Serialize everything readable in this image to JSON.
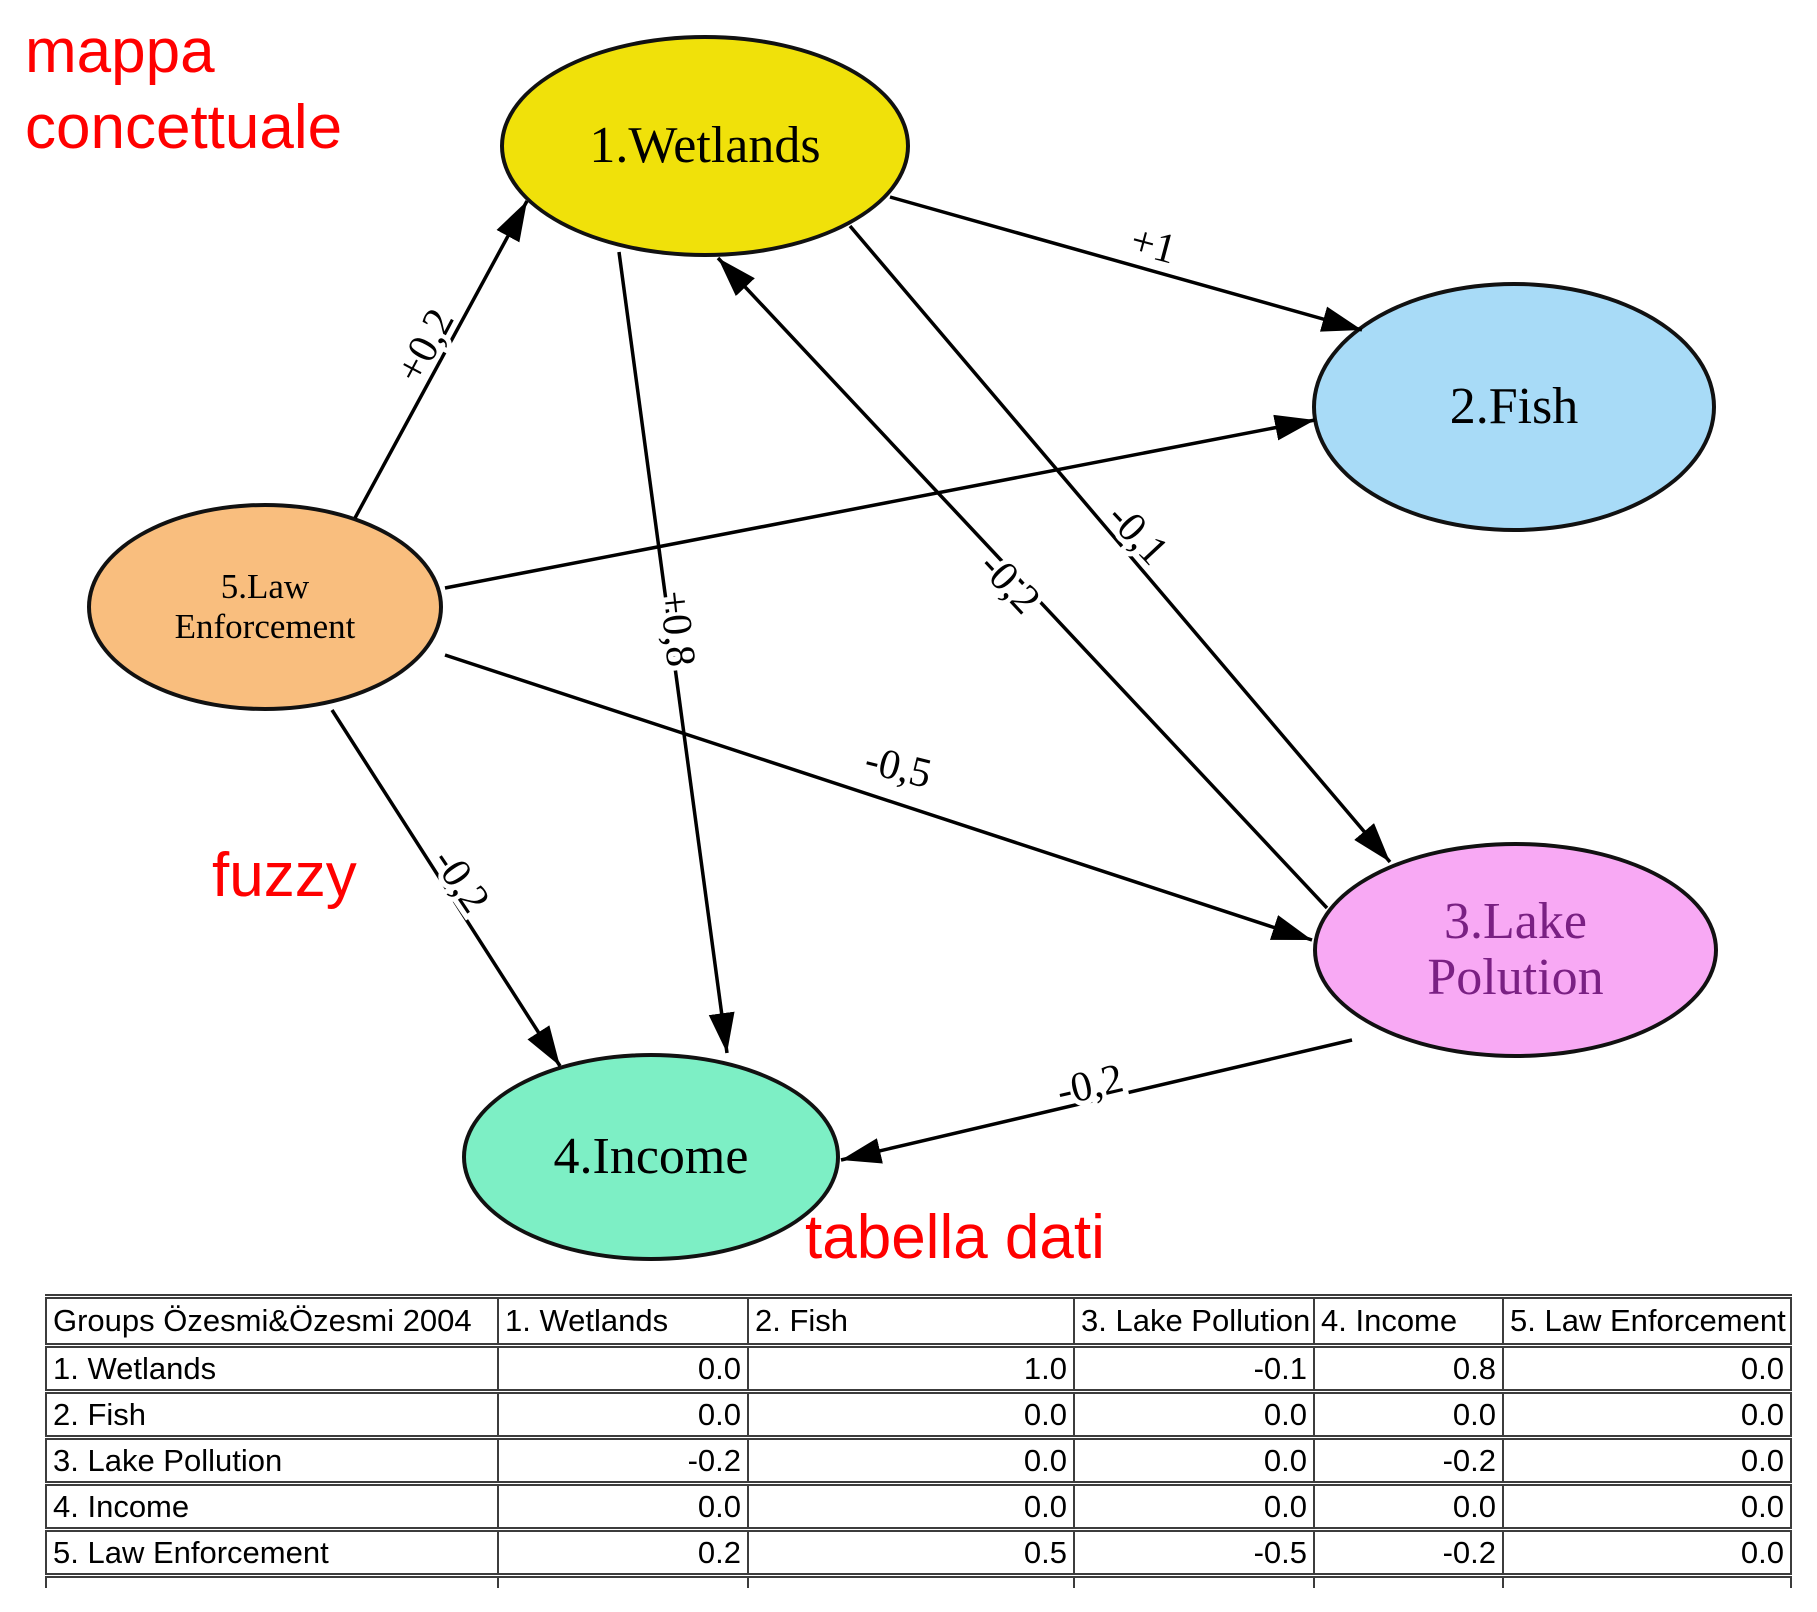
{
  "annotations": {
    "map_label_line1": "mappa",
    "map_label_line2": "concettuale",
    "fuzzy_label": "fuzzy",
    "table_label": "tabella dati",
    "annotation_color": "#FF0000"
  },
  "nodes": {
    "wetlands": {
      "label": "1.Wetlands",
      "fill": "#F0E10A",
      "text_color": "#000000"
    },
    "fish": {
      "label": "2.Fish",
      "fill": "#A8DBF7",
      "text_color": "#000000"
    },
    "lake_pollution": {
      "label_line1": "3.Lake",
      "label_line2": "Polution",
      "fill": "#F8A9F4",
      "text_color": "#7A2083"
    },
    "income": {
      "label": "4.Income",
      "fill": "#7DEFC5",
      "text_color": "#000000"
    },
    "law_enforcement": {
      "label_line1": "5.Law",
      "label_line2": "Enforcement",
      "fill": "#F9BE7E",
      "text_color": "#000000"
    }
  },
  "edges": [
    {
      "from": "law_enforcement",
      "to": "wetlands",
      "weight_label": "+0,2"
    },
    {
      "from": "wetlands",
      "to": "fish",
      "weight_label": "+1"
    },
    {
      "from": "wetlands",
      "to": "lake_pollution",
      "weight_label": "-0,1"
    },
    {
      "from": "lake_pollution",
      "to": "wetlands",
      "weight_label": "-0,2"
    },
    {
      "from": "wetlands",
      "to": "income",
      "weight_label": "+0,8"
    },
    {
      "from": "law_enforcement",
      "to": "fish",
      "weight_label": ""
    },
    {
      "from": "law_enforcement",
      "to": "lake_pollution",
      "weight_label": "-0,5"
    },
    {
      "from": "law_enforcement",
      "to": "income",
      "weight_label": "-0,2"
    },
    {
      "from": "lake_pollution",
      "to": "income",
      "weight_label": "-0,2"
    }
  ],
  "table": {
    "header": [
      "Groups Özesmi&Özesmi 2004",
      "1. Wetlands",
      "2. Fish",
      "3. Lake Pollution",
      "4. Income",
      "5. Law Enforcement"
    ],
    "rows": [
      {
        "label": "1. Wetlands",
        "values": [
          "0.0",
          "1.0",
          "-0.1",
          "0.8",
          "0.0"
        ]
      },
      {
        "label": "2. Fish",
        "values": [
          "0.0",
          "0.0",
          "0.0",
          "0.0",
          "0.0"
        ]
      },
      {
        "label": "3. Lake Pollution",
        "values": [
          "-0.2",
          "0.0",
          "0.0",
          "-0.2",
          "0.0"
        ]
      },
      {
        "label": "4. Income",
        "values": [
          "0.0",
          "0.0",
          "0.0",
          "0.0",
          "0.0"
        ]
      },
      {
        "label": "5. Law Enforcement",
        "values": [
          "0.2",
          "0.5",
          "-0.5",
          "-0.2",
          "0.0"
        ]
      }
    ]
  }
}
